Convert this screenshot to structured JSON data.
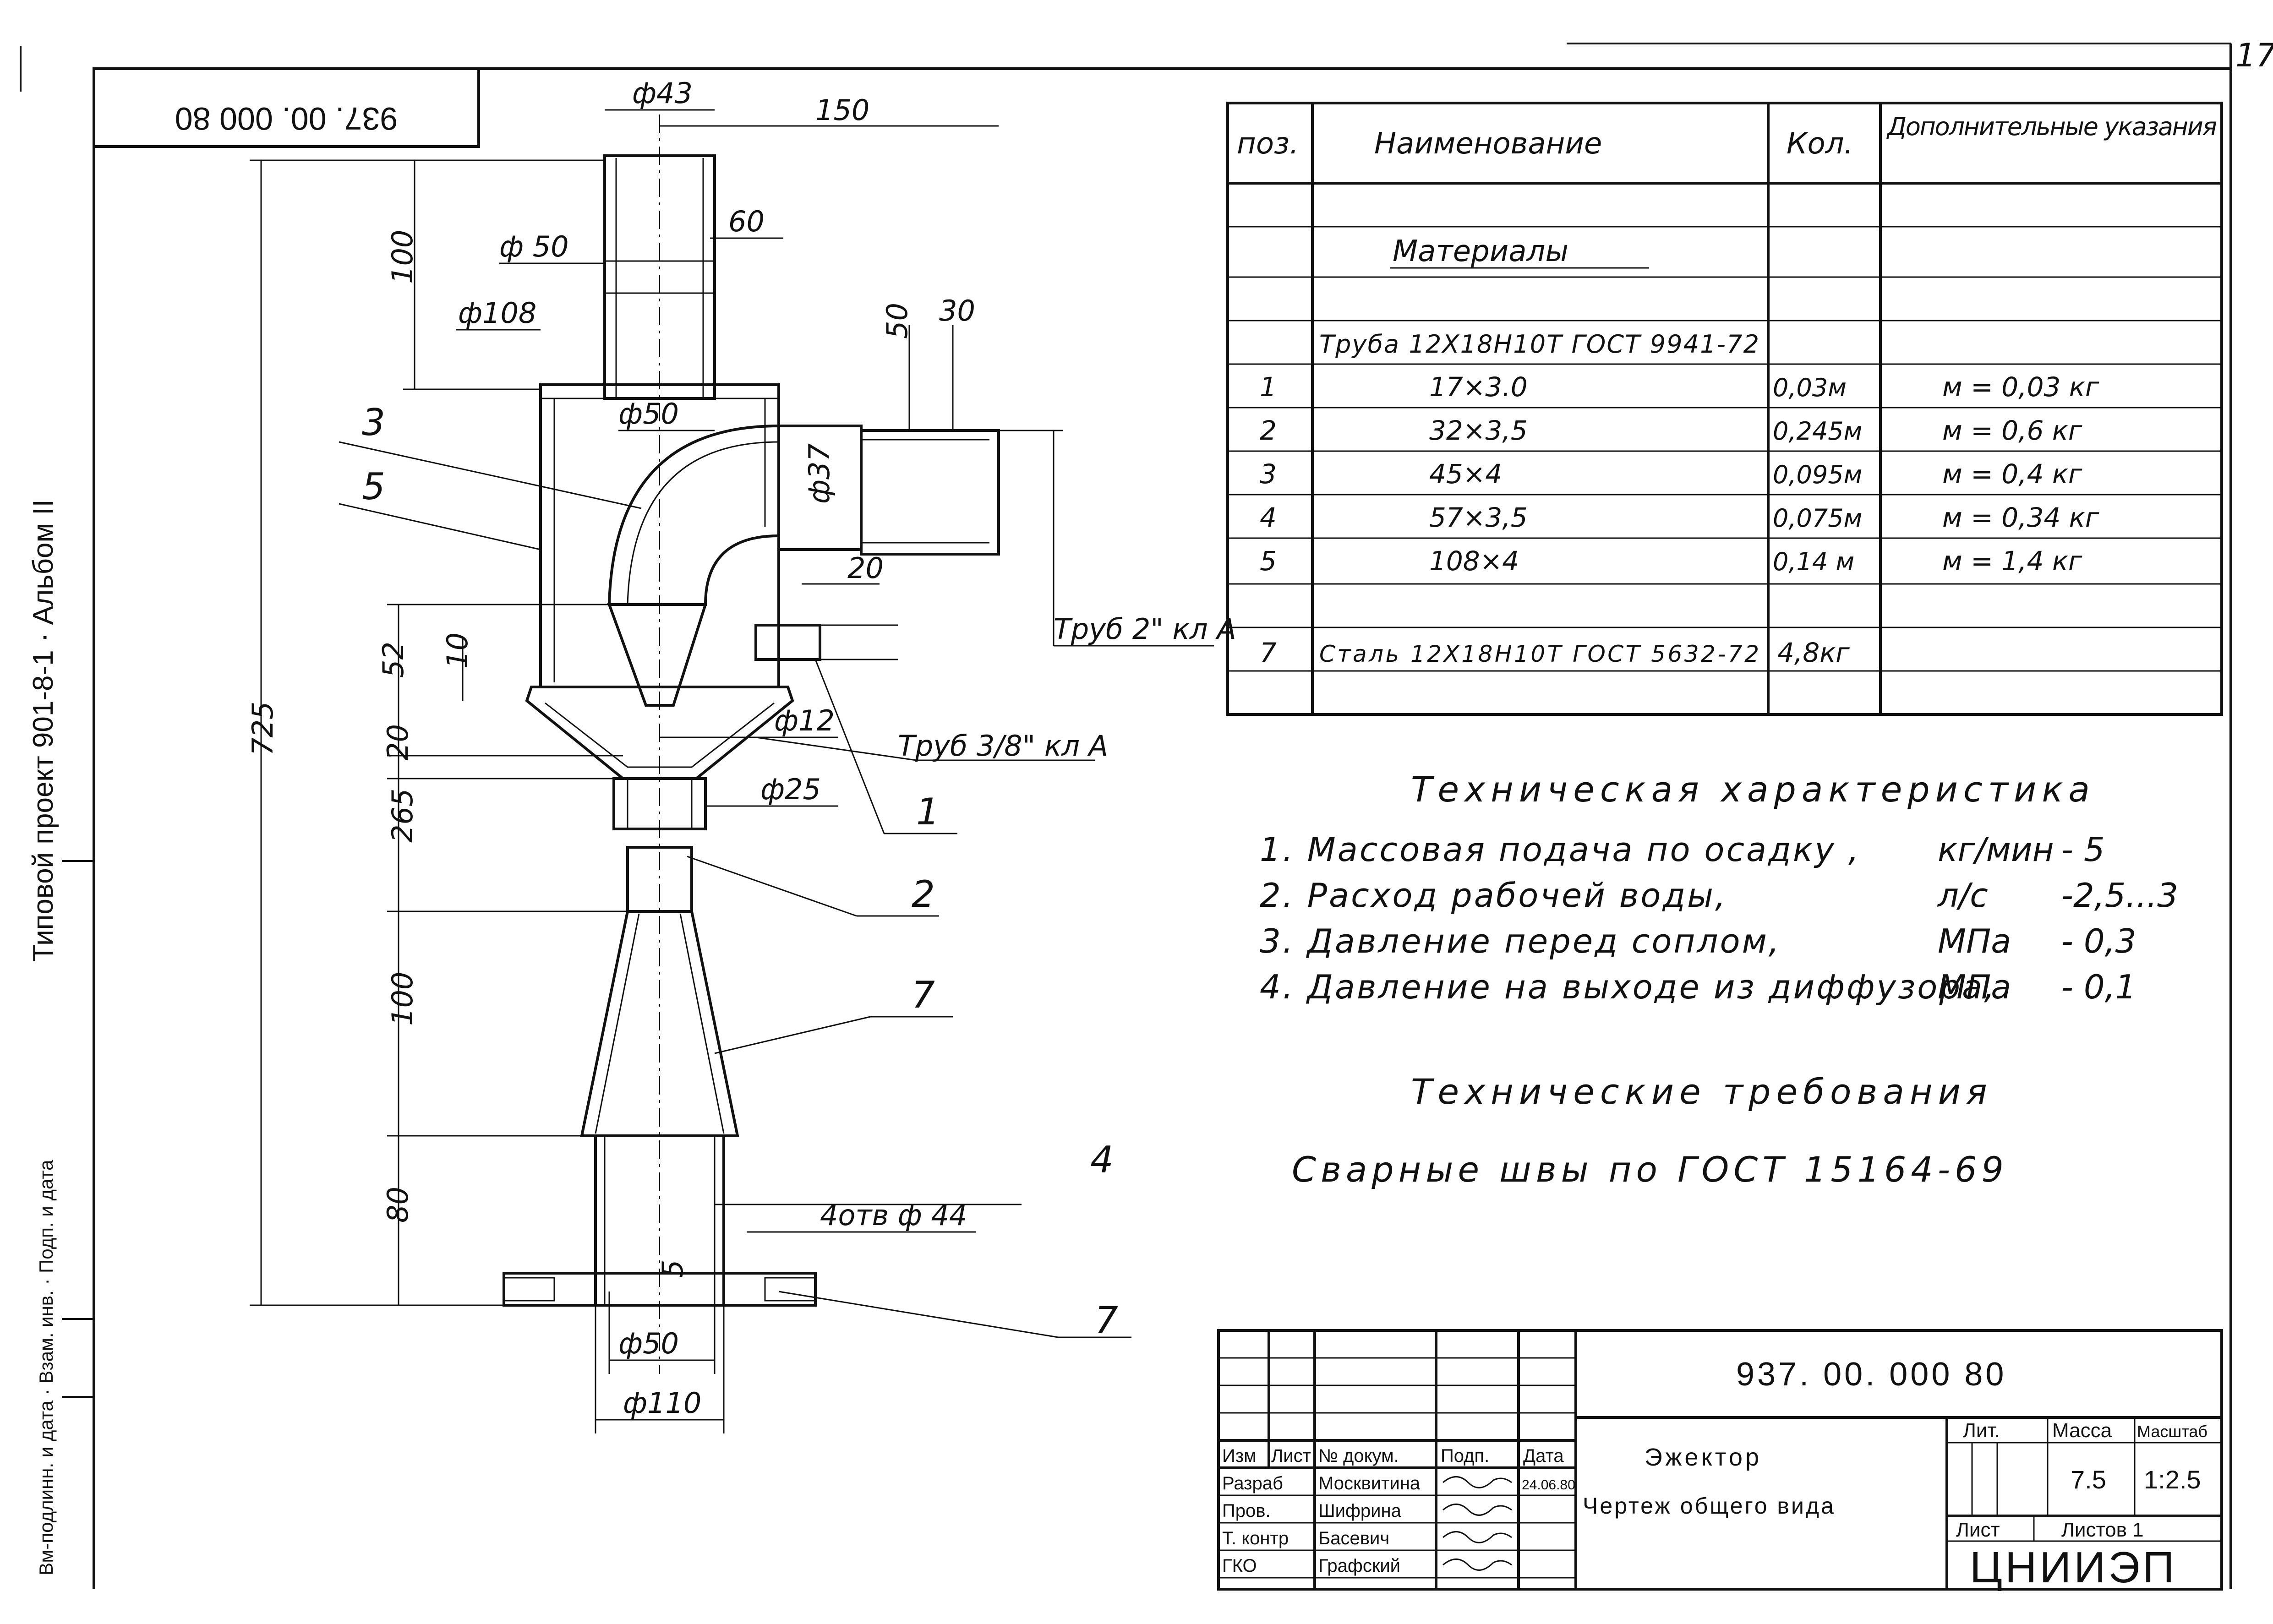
{
  "sheet": {
    "sheet_number": "17",
    "side_text": "Типовой проект 901-8-1 · Альбом II",
    "side_text_lower": "Вм-подлинн. и дата · Взам. инв. · Подп. и дата",
    "top_stamp": "937. 00. 000 80"
  },
  "drawing": {
    "dims": {
      "d43": "ф43",
      "d150": "150",
      "d60": "60",
      "d50_top": "ф 50",
      "d100_top": "100",
      "d108": "ф108",
      "d50_v": "50",
      "d30": "30",
      "d50_inner": "ф50",
      "d37": "ф37",
      "d20_h": "20",
      "d725": "725",
      "d52": "52",
      "d10": "10",
      "d20_v": "20",
      "d12": "ф12",
      "d25": "ф25",
      "d265": "265",
      "d100_mid": "100",
      "d80": "80",
      "d5": "5",
      "d50_bottom": "ф50",
      "d110": "ф110",
      "holes": "4отв ф 44"
    },
    "callouts": {
      "pipe_2": "Труб 2\" кл А",
      "pipe_3_8": "Труб 3/8\" кл А",
      "pos": [
        "3",
        "5",
        "1",
        "2",
        "7",
        "4",
        "7"
      ]
    }
  },
  "spec_table": {
    "headers": [
      "поз.",
      "Наименование",
      "Кол.",
      "Дополнительные указания"
    ],
    "section_title": "Материалы",
    "group_title": "Труба 12Х18Н10Т ГОСТ 9941-72",
    "rows": [
      {
        "pos": "1",
        "name": "17×3.0",
        "qty": "0,03м",
        "note": "м = 0,03 кг"
      },
      {
        "pos": "2",
        "name": "32×3,5",
        "qty": "0,245м",
        "note": "м = 0,6 кг"
      },
      {
        "pos": "3",
        "name": "45×4",
        "qty": "0,095м",
        "note": "м = 0,4 кг"
      },
      {
        "pos": "4",
        "name": "57×3,5",
        "qty": "0,075м",
        "note": "м = 0,34 кг"
      },
      {
        "pos": "5",
        "name": "108×4",
        "qty": "0,14 м",
        "note": "м = 1,4 кг"
      }
    ],
    "steel_row": {
      "pos": "7",
      "name": "Сталь 12Х18Н10Т ГОСТ 5632-72",
      "qty": "4,8кг",
      "note": ""
    }
  },
  "tech_char": {
    "title": "Техническая характеристика",
    "items": [
      {
        "text": "1. Массовая подача по осадку ,",
        "unit": "кг/мин",
        "value": "- 5"
      },
      {
        "text": "2. Расход рабочей воды,",
        "unit": "л/с",
        "value": "-2,5...3"
      },
      {
        "text": "3. Давление перед соплом,",
        "unit": "МПа",
        "value": "- 0,3"
      },
      {
        "text": "4. Давление на выходе из диффузора,",
        "unit": "МПа",
        "value": "- 0,1"
      }
    ]
  },
  "tech_req": {
    "title": "Технические требования",
    "text": "Сварные швы по ГОСТ 15164-69"
  },
  "title_block": {
    "doc_code": "937. 00. 000 80",
    "product": "Эжектор",
    "doc_type": "Чертеж общего вида",
    "col_headers": [
      "Изм",
      "Лист",
      "№ докум.",
      "Подп.",
      "Дата"
    ],
    "people": [
      {
        "role": "Разраб",
        "name": "Москвитина",
        "date": "24.06.80"
      },
      {
        "role": "Пров.",
        "name": "Шифрина",
        "date": ""
      },
      {
        "role": "Т. контр",
        "name": "Басевич",
        "date": ""
      },
      {
        "role": "ГКО",
        "name": "Графский",
        "date": ""
      }
    ],
    "lit_header": "Лит.",
    "mass_header": "Масса",
    "scale_header": "Масштаб",
    "mass": "7.5",
    "scale": "1:2.5",
    "sheet_label": "Лист",
    "sheets_label": "Листов 1",
    "org": "ЦНИИЭП"
  }
}
